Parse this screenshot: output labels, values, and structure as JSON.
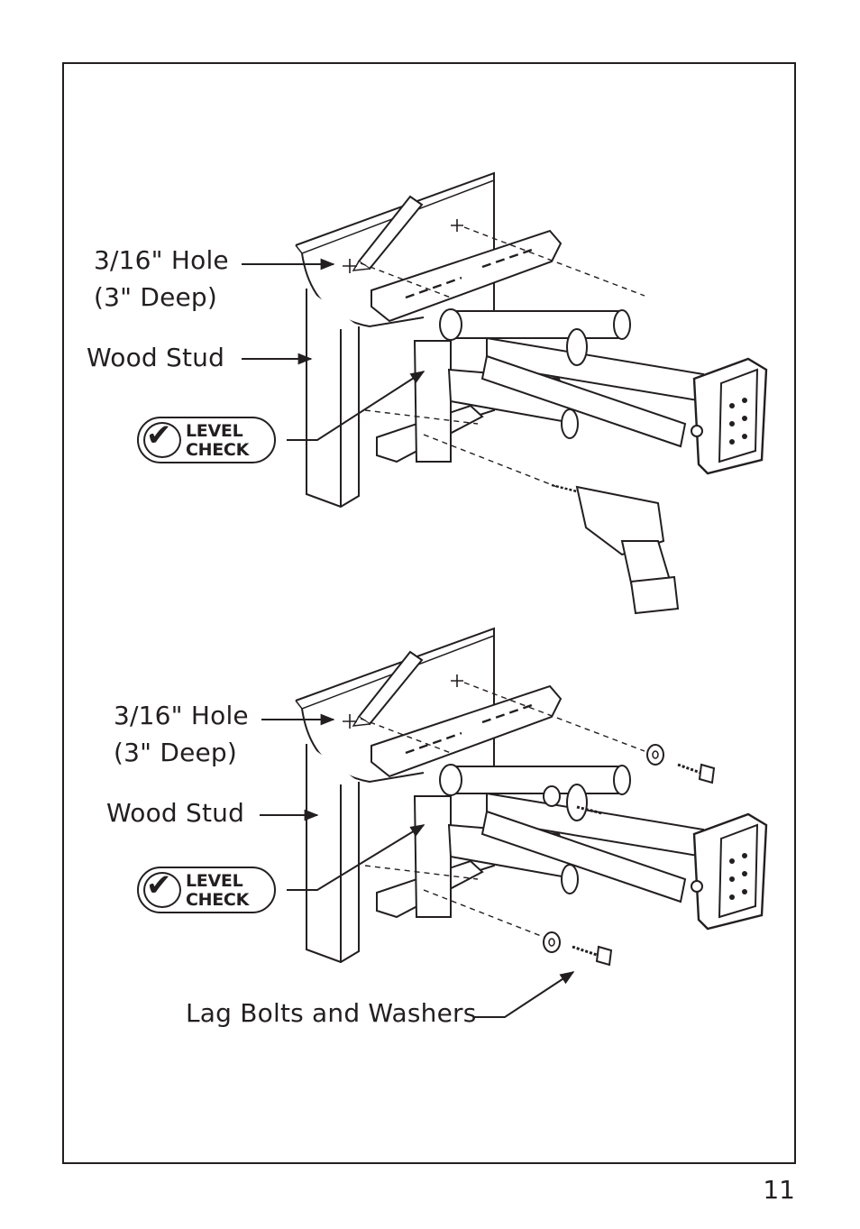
{
  "figure1": {
    "hole_label": "3/16\" Hole",
    "depth_label": "(3\" Deep)",
    "stud_label": "Wood Stud",
    "badge_line1": "LEVEL",
    "badge_line2": "CHECK"
  },
  "figure2": {
    "hole_label": "3/16\" Hole",
    "depth_label": "(3\" Deep)",
    "stud_label": "Wood Stud",
    "badge_line1": "LEVEL",
    "badge_line2": "CHECK",
    "bolts_label": "Lag Bolts and Washers"
  },
  "page_number": "11"
}
